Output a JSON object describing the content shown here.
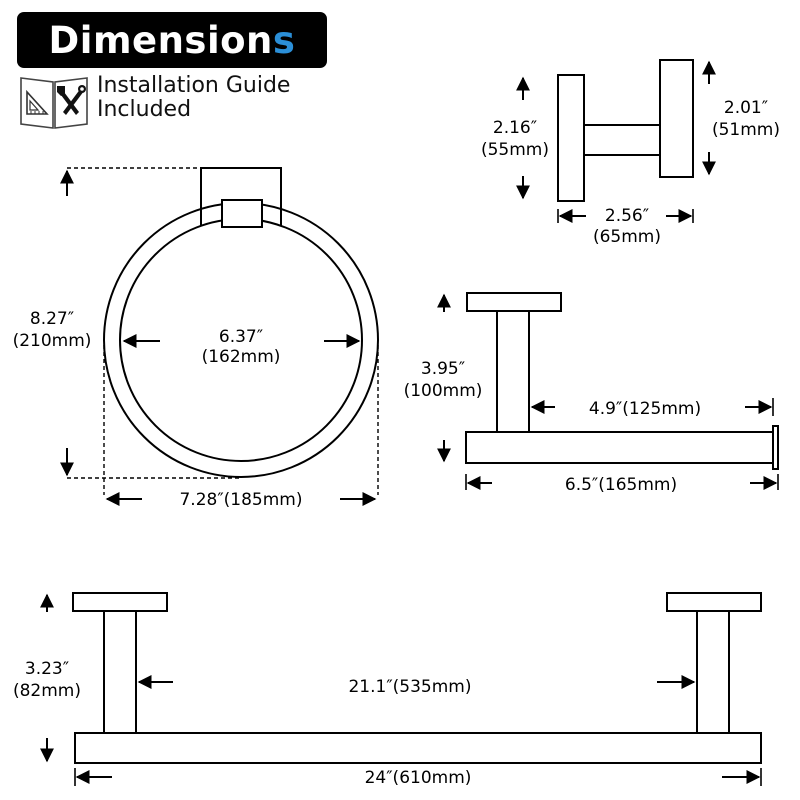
{
  "header": {
    "title_main": "Dimension",
    "title_accent": "s",
    "accent_color": "#2b8fd8"
  },
  "guide": {
    "icon": "ruler-tools-book-icon",
    "line1": "Installation Guide",
    "line2": "Included"
  },
  "robe_hook": {
    "height_left_in": "2.16″",
    "height_left_mm": "(55mm)",
    "height_right_in": "2.01″",
    "height_right_mm": "(51mm)",
    "depth_in": "2.56″",
    "depth_mm": "(65mm)"
  },
  "towel_ring": {
    "height_in": "8.27″",
    "height_mm": "(210mm)",
    "inner_in": "6.37″",
    "inner_mm": "(162mm)",
    "outer": "7.28″(185mm)"
  },
  "paper_holder": {
    "height_in": "3.95″",
    "height_mm": "(100mm)",
    "usable": "4.9″(125mm)",
    "total": "6.5″(165mm)"
  },
  "towel_bar": {
    "height_in": "3.23″",
    "height_mm": "(82mm)",
    "inner": "21.1″(535mm)",
    "total": "24″(610mm)"
  }
}
